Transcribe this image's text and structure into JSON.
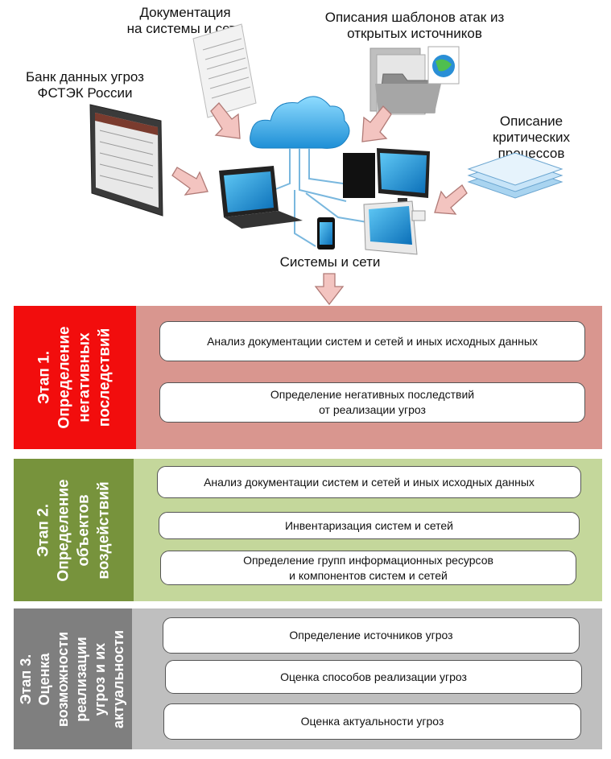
{
  "sources": {
    "fstec_bank": [
      "Банк данных угроз",
      "ФСТЭК России"
    ],
    "documentation": [
      "Документация",
      "на системы и сети"
    ],
    "attack_templates": [
      "Описания шаблонов атак из",
      "открытых источников"
    ],
    "critical_processes": [
      "Описание",
      "критических",
      "процессов"
    ]
  },
  "systems_label": "Системы и сети",
  "stages": [
    {
      "title_lines": [
        "Этап 1.",
        "Определение",
        "негативных",
        "последствий"
      ],
      "color_side": "#f20d0d",
      "color_body": "#d9968f",
      "steps": [
        [
          "Анализ документации систем и сетей и иных исходных данных"
        ],
        [
          "Определение негативных последствий",
          "от реализации угроз"
        ]
      ]
    },
    {
      "title_lines": [
        "Этап 2.",
        "Определение",
        "объектов",
        "воздействий"
      ],
      "color_side": "#77933c",
      "color_body": "#c4d79b",
      "steps": [
        [
          "Анализ документации систем и сетей и иных исходных данных"
        ],
        [
          "Инвентаризация систем и сетей"
        ],
        [
          "Определение групп информационных ресурсов",
          "и компонентов систем и сетей"
        ]
      ]
    },
    {
      "title_lines": [
        "Этап 3.",
        "Оценка",
        "возможности",
        "реализации",
        "угроз и их",
        "актуальности"
      ],
      "color_side": "#7f7f7f",
      "color_body": "#bfbfbf",
      "steps": [
        [
          "Определение источников угроз"
        ],
        [
          "Оценка способов реализации угроз"
        ],
        [
          "Оценка актуальности угроз"
        ]
      ]
    }
  ]
}
